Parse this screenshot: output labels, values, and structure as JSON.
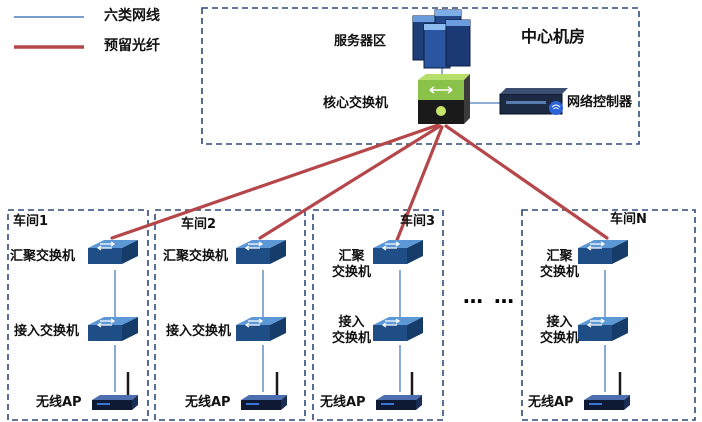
{
  "legend": {
    "cat6": "六类网线",
    "fiber": "预留光纤"
  },
  "center": {
    "title": "中心机房",
    "server_label": "服务器区",
    "core_label": "核心交换机",
    "controller_label": "网络控制器"
  },
  "workshops": [
    {
      "name": "车间1",
      "agg_label": "汇聚交换机",
      "access_label": "接入交换机",
      "ap_label": "无线AP"
    },
    {
      "name": "车间2",
      "agg_label": "汇聚交换机",
      "access_label": "接入交换机",
      "ap_label": "无线AP"
    },
    {
      "name": "车间3",
      "agg_label": "汇聚\n交换机",
      "access_label": "接入\n交换机",
      "ap_label": "无线AP"
    },
    {
      "name": "车间N",
      "agg_label": "汇聚\n交换机",
      "access_label": "接入\n交换机",
      "ap_label": "无线AP"
    }
  ],
  "ellipsis": "… …",
  "colors": {
    "cat6": "#4a7ebf",
    "fiber": "#b5474a",
    "box_border": "#2e4a7a",
    "switch_top": "#3a7fc0",
    "switch_side": "#1d4e86"
  }
}
